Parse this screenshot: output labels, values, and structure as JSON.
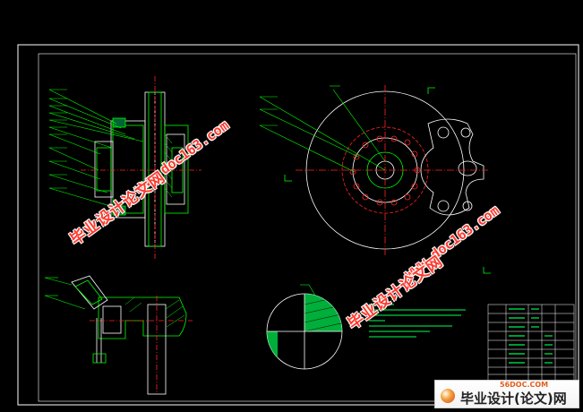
{
  "watermarks": {
    "cn_text": "毕业设计论文网",
    "url_text": "www.doc163.com"
  },
  "logo": {
    "site": "56DOC.COM",
    "brand": "毕业设计(论文)网"
  },
  "colors": {
    "background": "#000000",
    "frame": "#ffffff",
    "geometry": "#00ff00",
    "outline": "#ffffff",
    "center": "#ff2020",
    "watermark": "#ff3b2f"
  }
}
